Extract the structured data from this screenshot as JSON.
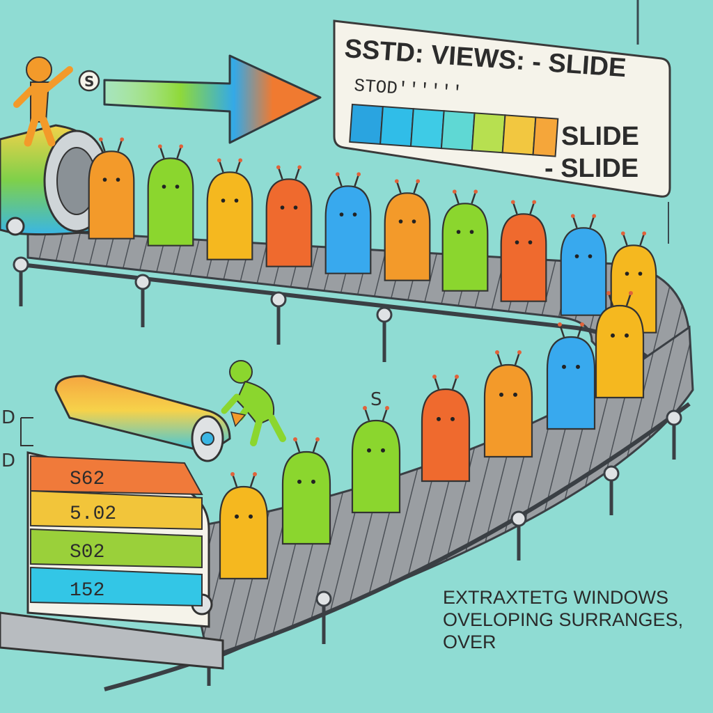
{
  "panel": {
    "title": "SSTD: VIEWS: - SLIDE",
    "subtitle": "STOD′′′′′′",
    "label_1": "SLIDE",
    "label_2": "- SLIDE"
  },
  "coins": {
    "top": "S",
    "middle": "S"
  },
  "scroll": {
    "rows": [
      {
        "text": "S62",
        "color": "#f07a3a"
      },
      {
        "text": "5.02",
        "color": "#f2c53a"
      },
      {
        "text": "S02",
        "color": "#9ad03a"
      },
      {
        "text": "152",
        "color": "#33c6e6"
      }
    ]
  },
  "side_marks": {
    "top": "D",
    "bottom": "D"
  },
  "caption": {
    "line_1": "EXTRAXTETG WINDOWS",
    "line_2": "OVELOPING SURRANGES,",
    "line_3": "OVER"
  },
  "colors": {
    "background": "#8fdcd3",
    "orange": "#f39a2a",
    "green": "#8bd62e",
    "yellow": "#f5b81f",
    "red": "#ef6a2e",
    "blue": "#38a9ee",
    "belt": "#8a8f93"
  },
  "characters": {
    "upper_row": [
      "orange",
      "green",
      "yellow",
      "red",
      "blue",
      "orange",
      "green",
      "red",
      "blue",
      "yellow"
    ],
    "lower_row": [
      "yellow",
      "green",
      "green",
      "red",
      "orange",
      "blue",
      "yellow"
    ]
  },
  "icons": [
    "arrow-icon",
    "coin-icon",
    "antenna-icon"
  ]
}
